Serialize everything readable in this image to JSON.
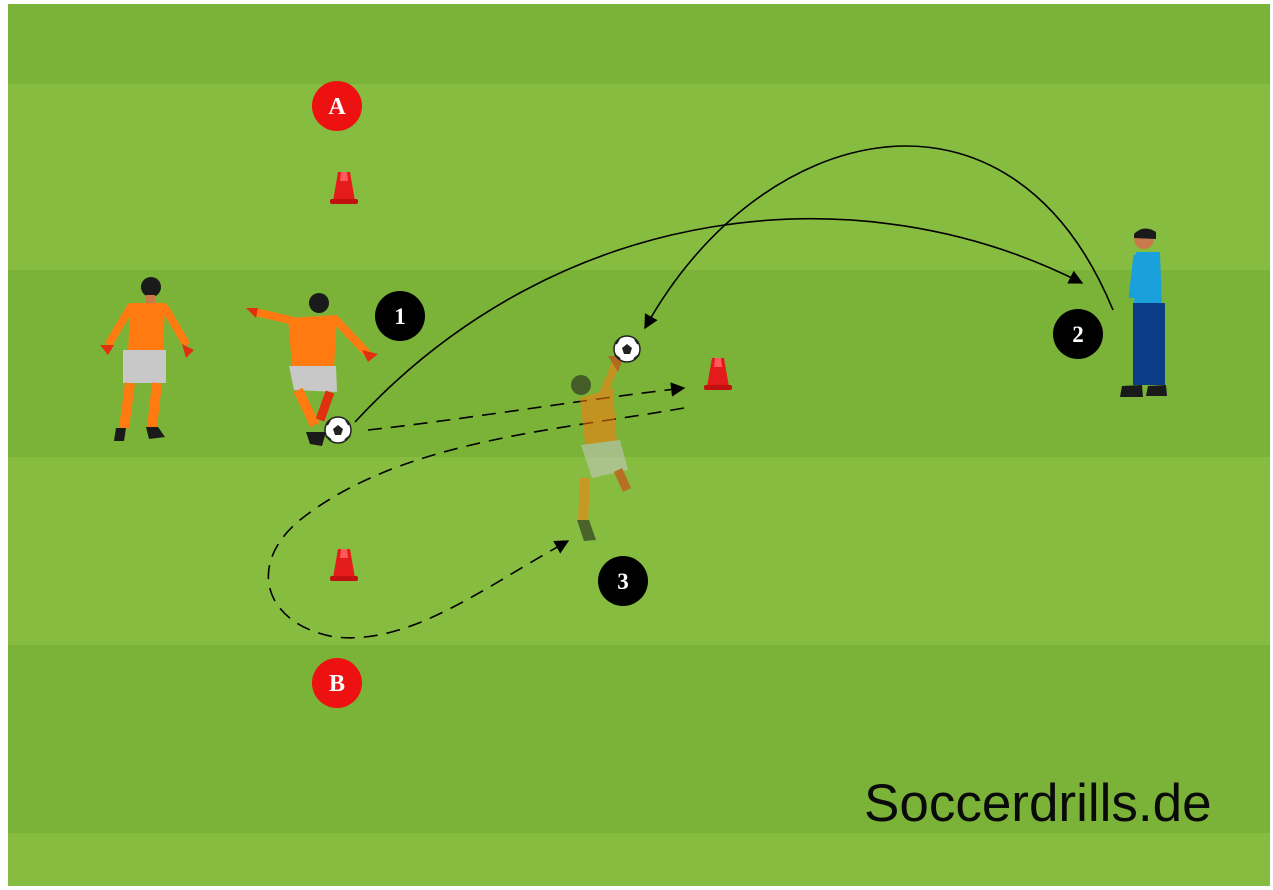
{
  "diagram": {
    "markers": [
      {
        "id": "A",
        "label": "A",
        "color": "#ee1111"
      },
      {
        "id": "B",
        "label": "B",
        "color": "#ee1111"
      },
      {
        "id": "1",
        "label": "1",
        "color": "#000000"
      },
      {
        "id": "2",
        "label": "2",
        "color": "#000000"
      },
      {
        "id": "3",
        "label": "3",
        "color": "#000000"
      }
    ],
    "colors": {
      "stripe_light": "#86bd40",
      "stripe_dark": "#7ab337",
      "cone": "#e31b1b",
      "goalkeeper_kit": "#ff7a10",
      "coach_shirt": "#1aa1dc",
      "coach_trousers": "#0b3d86"
    },
    "icons": [
      "goalkeeper-icon",
      "kicking-goalkeeper-icon",
      "diving-goalkeeper-icon",
      "coach-icon",
      "cone-icon",
      "ball-icon"
    ]
  },
  "watermark": {
    "text": "Soccerdrills.de"
  }
}
